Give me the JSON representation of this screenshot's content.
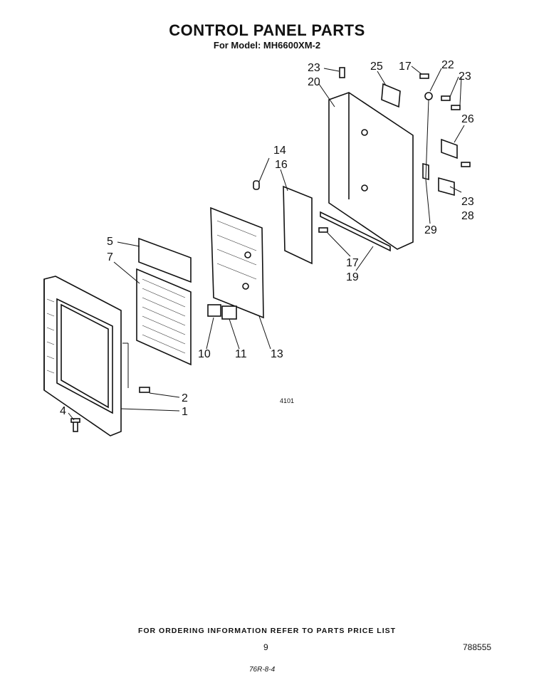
{
  "title": "CONTROL PANEL PARTS",
  "subtitle": "For Model: MH6600XM-2",
  "figure_code": "4101",
  "footer_note": "FOR ORDERING INFORMATION REFER TO PARTS PRICE LIST",
  "page_number": "9",
  "doc_code": "788555",
  "print_code": "76R-8-4",
  "callouts": {
    "c1": "1",
    "c2": "2",
    "c4": "4",
    "c5": "5",
    "c7": "7",
    "c10": "10",
    "c11": "11",
    "c13": "13",
    "c14": "14",
    "c16": "16",
    "c17a": "17",
    "c17b": "17",
    "c19": "19",
    "c20": "20",
    "c22": "22",
    "c23a": "23",
    "c23b": "23",
    "c23c": "23",
    "c25": "25",
    "c26": "26",
    "c28": "28",
    "c29": "29"
  }
}
